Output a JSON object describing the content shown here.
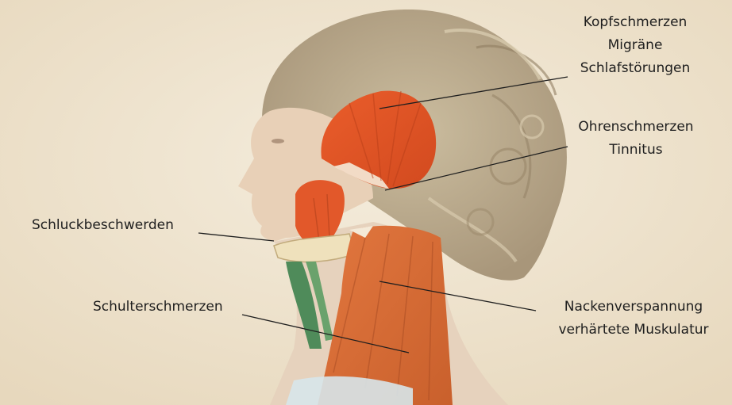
{
  "labels": {
    "head": [
      "Kopfschmerzen",
      "Migräne",
      "Schlafstörungen"
    ],
    "ear": [
      "Ohrenschmerzen",
      "Tinnitus"
    ],
    "swallow": [
      "Schluckbeschwerden"
    ],
    "shoulder": [
      "Schulterschmerzen"
    ],
    "neck": [
      "Nackenverspannung",
      "verhärtete Muskulatur"
    ]
  },
  "colors": {
    "background": "#efe4cf",
    "muscle": "#e05a2a",
    "tendon": "#f4ead8",
    "hair": "#b9a88a",
    "skin": "#e9d2bb",
    "leader_line": "#1e1e1e"
  },
  "icons": {
    "illustration": "anatomy-head-neck-muscles"
  }
}
